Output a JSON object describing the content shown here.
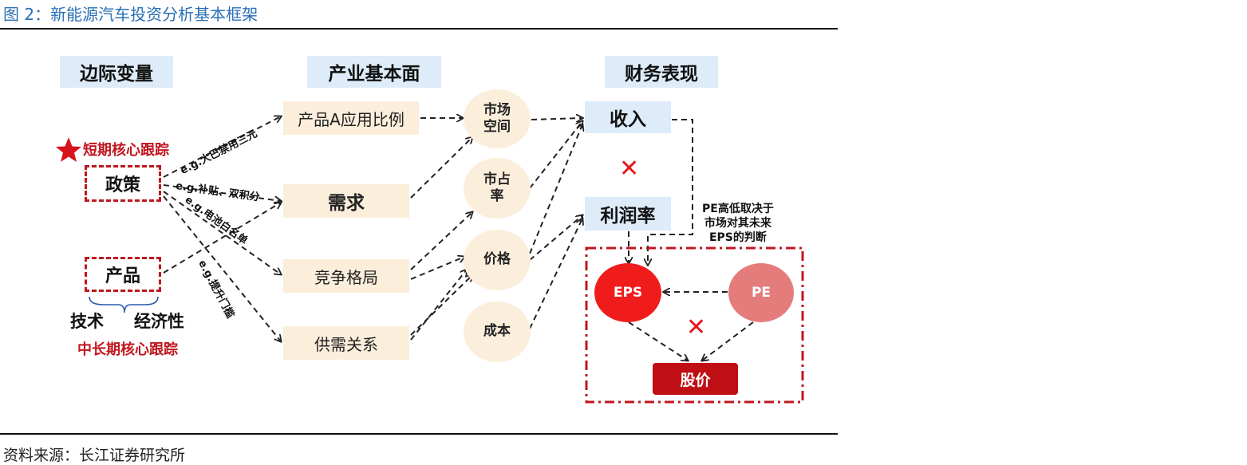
{
  "figure": {
    "title": "图 2：新能源汽车投资分析基本框架",
    "source": "资料来源：长江证券研究所"
  },
  "headers": {
    "marginal": "边际变量",
    "industry": "产业基本面",
    "financial": "财务表现"
  },
  "left": {
    "short_term": "短期核心跟踪",
    "policy": "政策",
    "product": "产品",
    "tech": "技术",
    "economy": "经济性",
    "long_term": "中长期核心跟踪",
    "examples": [
      "e.g.大巴禁用三元",
      "e.g.补贴、双积分",
      "e.g.电池白名单",
      "e.g.提升门槛"
    ]
  },
  "industry_boxes": [
    "产品A应用比例",
    "需求",
    "竞争格局",
    "供需关系"
  ],
  "circles": {
    "market_space": [
      "市场",
      "空间"
    ],
    "share": [
      "市占",
      "率"
    ],
    "price": "价格",
    "cost": "成本"
  },
  "financial": {
    "revenue": "收入",
    "margin": "利润率",
    "multiply": "✕",
    "eps": "EPS",
    "pe": "PE",
    "stock_price": "股价",
    "pe_note": [
      "PE高低取决于",
      "市场对其未来",
      "EPS的判断"
    ]
  },
  "colors": {
    "title_blue": "#2a6fb5",
    "header_bg": "#deebf8",
    "box_bg": "#fbeedb",
    "accent_red": "#c0161f",
    "eps_red": "#f01c1c",
    "pe_pink": "#e57c7c",
    "price_red": "#c00f14"
  }
}
